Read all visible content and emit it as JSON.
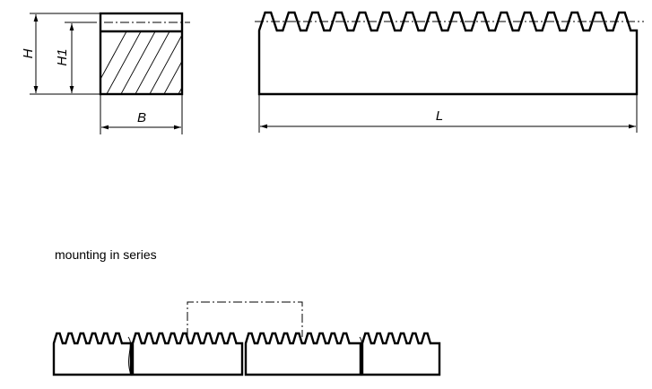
{
  "labels": {
    "height_total": "H",
    "height_pitch": "H1",
    "width": "B",
    "length": "L"
  },
  "caption": "mounting in series"
}
